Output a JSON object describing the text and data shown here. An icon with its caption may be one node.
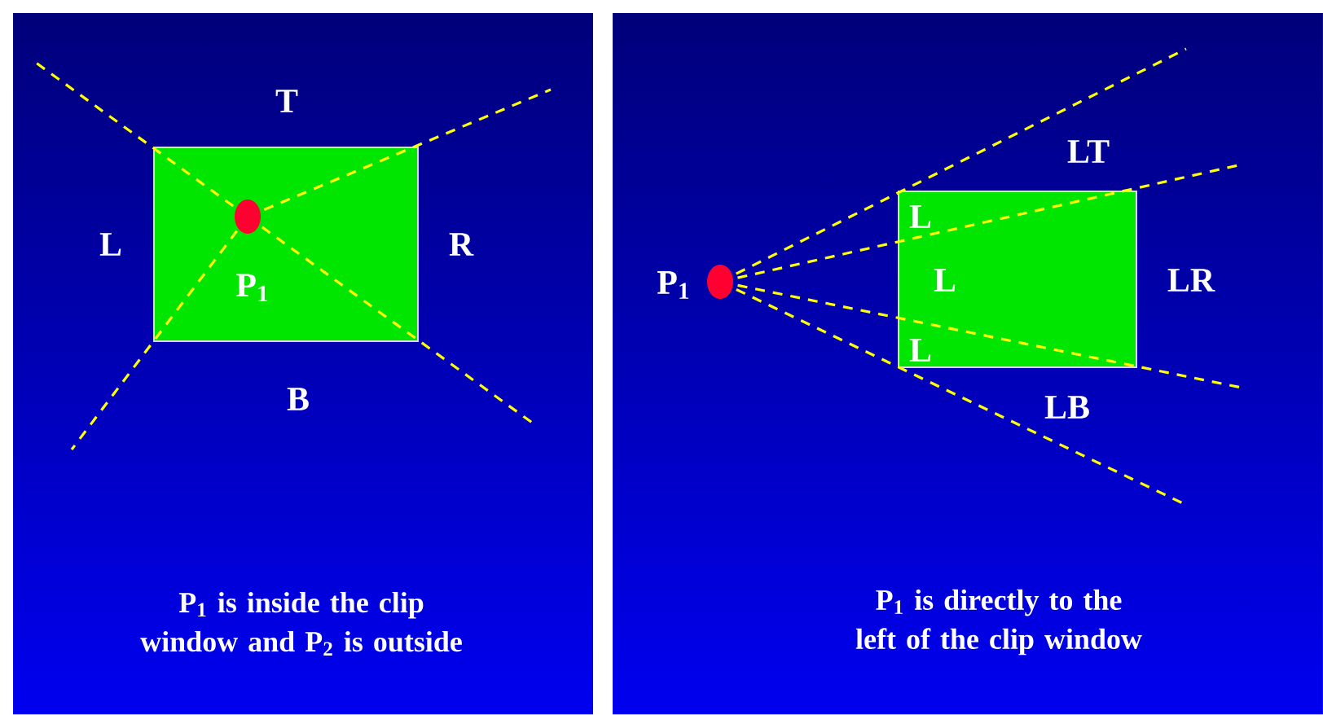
{
  "diagram": {
    "nodes": [
      {
        "text": [],
        "shape": "box"
      },
      {
        "text": [],
        "shape": "circle",
        "in": 0,
        "beside": [
          "P$_{1}$"
        ]
      },
      {
        "text": [],
        "shape": "box"
      },
      {
        "text": [],
        "shape": "circle",
        "beside": [
          "P$_{1}$"
        ]
      }
    ],
    "labels": [
      "T",
      "L",
      "R",
      "B",
      "P$_{1}$ is inside the clip window and P$_{2}$ is outside",
      "LT",
      "L",
      "L",
      "LR",
      "L",
      "LB",
      "P$_{1}$ is directly to the left of the clip window"
    ]
  }
}
